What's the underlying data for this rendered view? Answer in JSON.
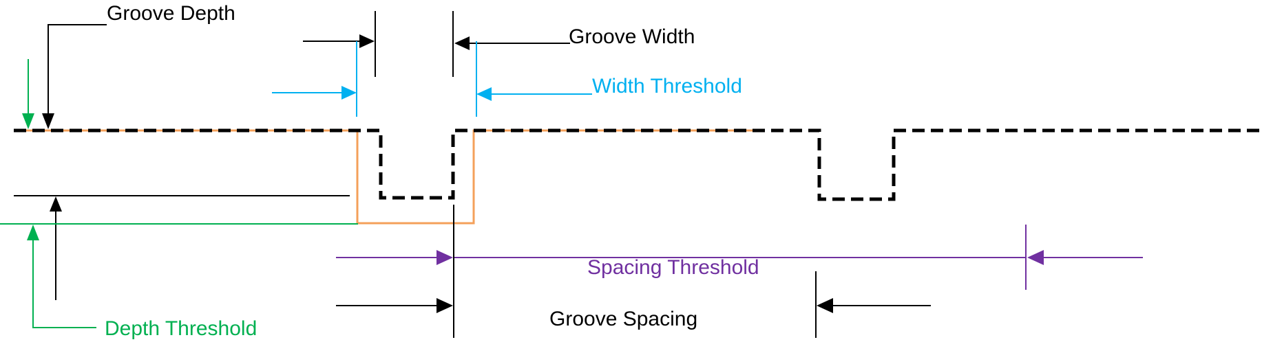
{
  "labels": {
    "groove_depth": "Groove Depth",
    "groove_width": "Groove Width",
    "width_threshold": "Width Threshold",
    "spacing_threshold": "Spacing Threshold",
    "groove_spacing": "Groove Spacing",
    "depth_threshold": "Depth Threshold"
  },
  "colors": {
    "black": "#000000",
    "blue": "#00b0f0",
    "green": "#00b050",
    "orange": "#f4a05a",
    "purple": "#7030a0"
  }
}
